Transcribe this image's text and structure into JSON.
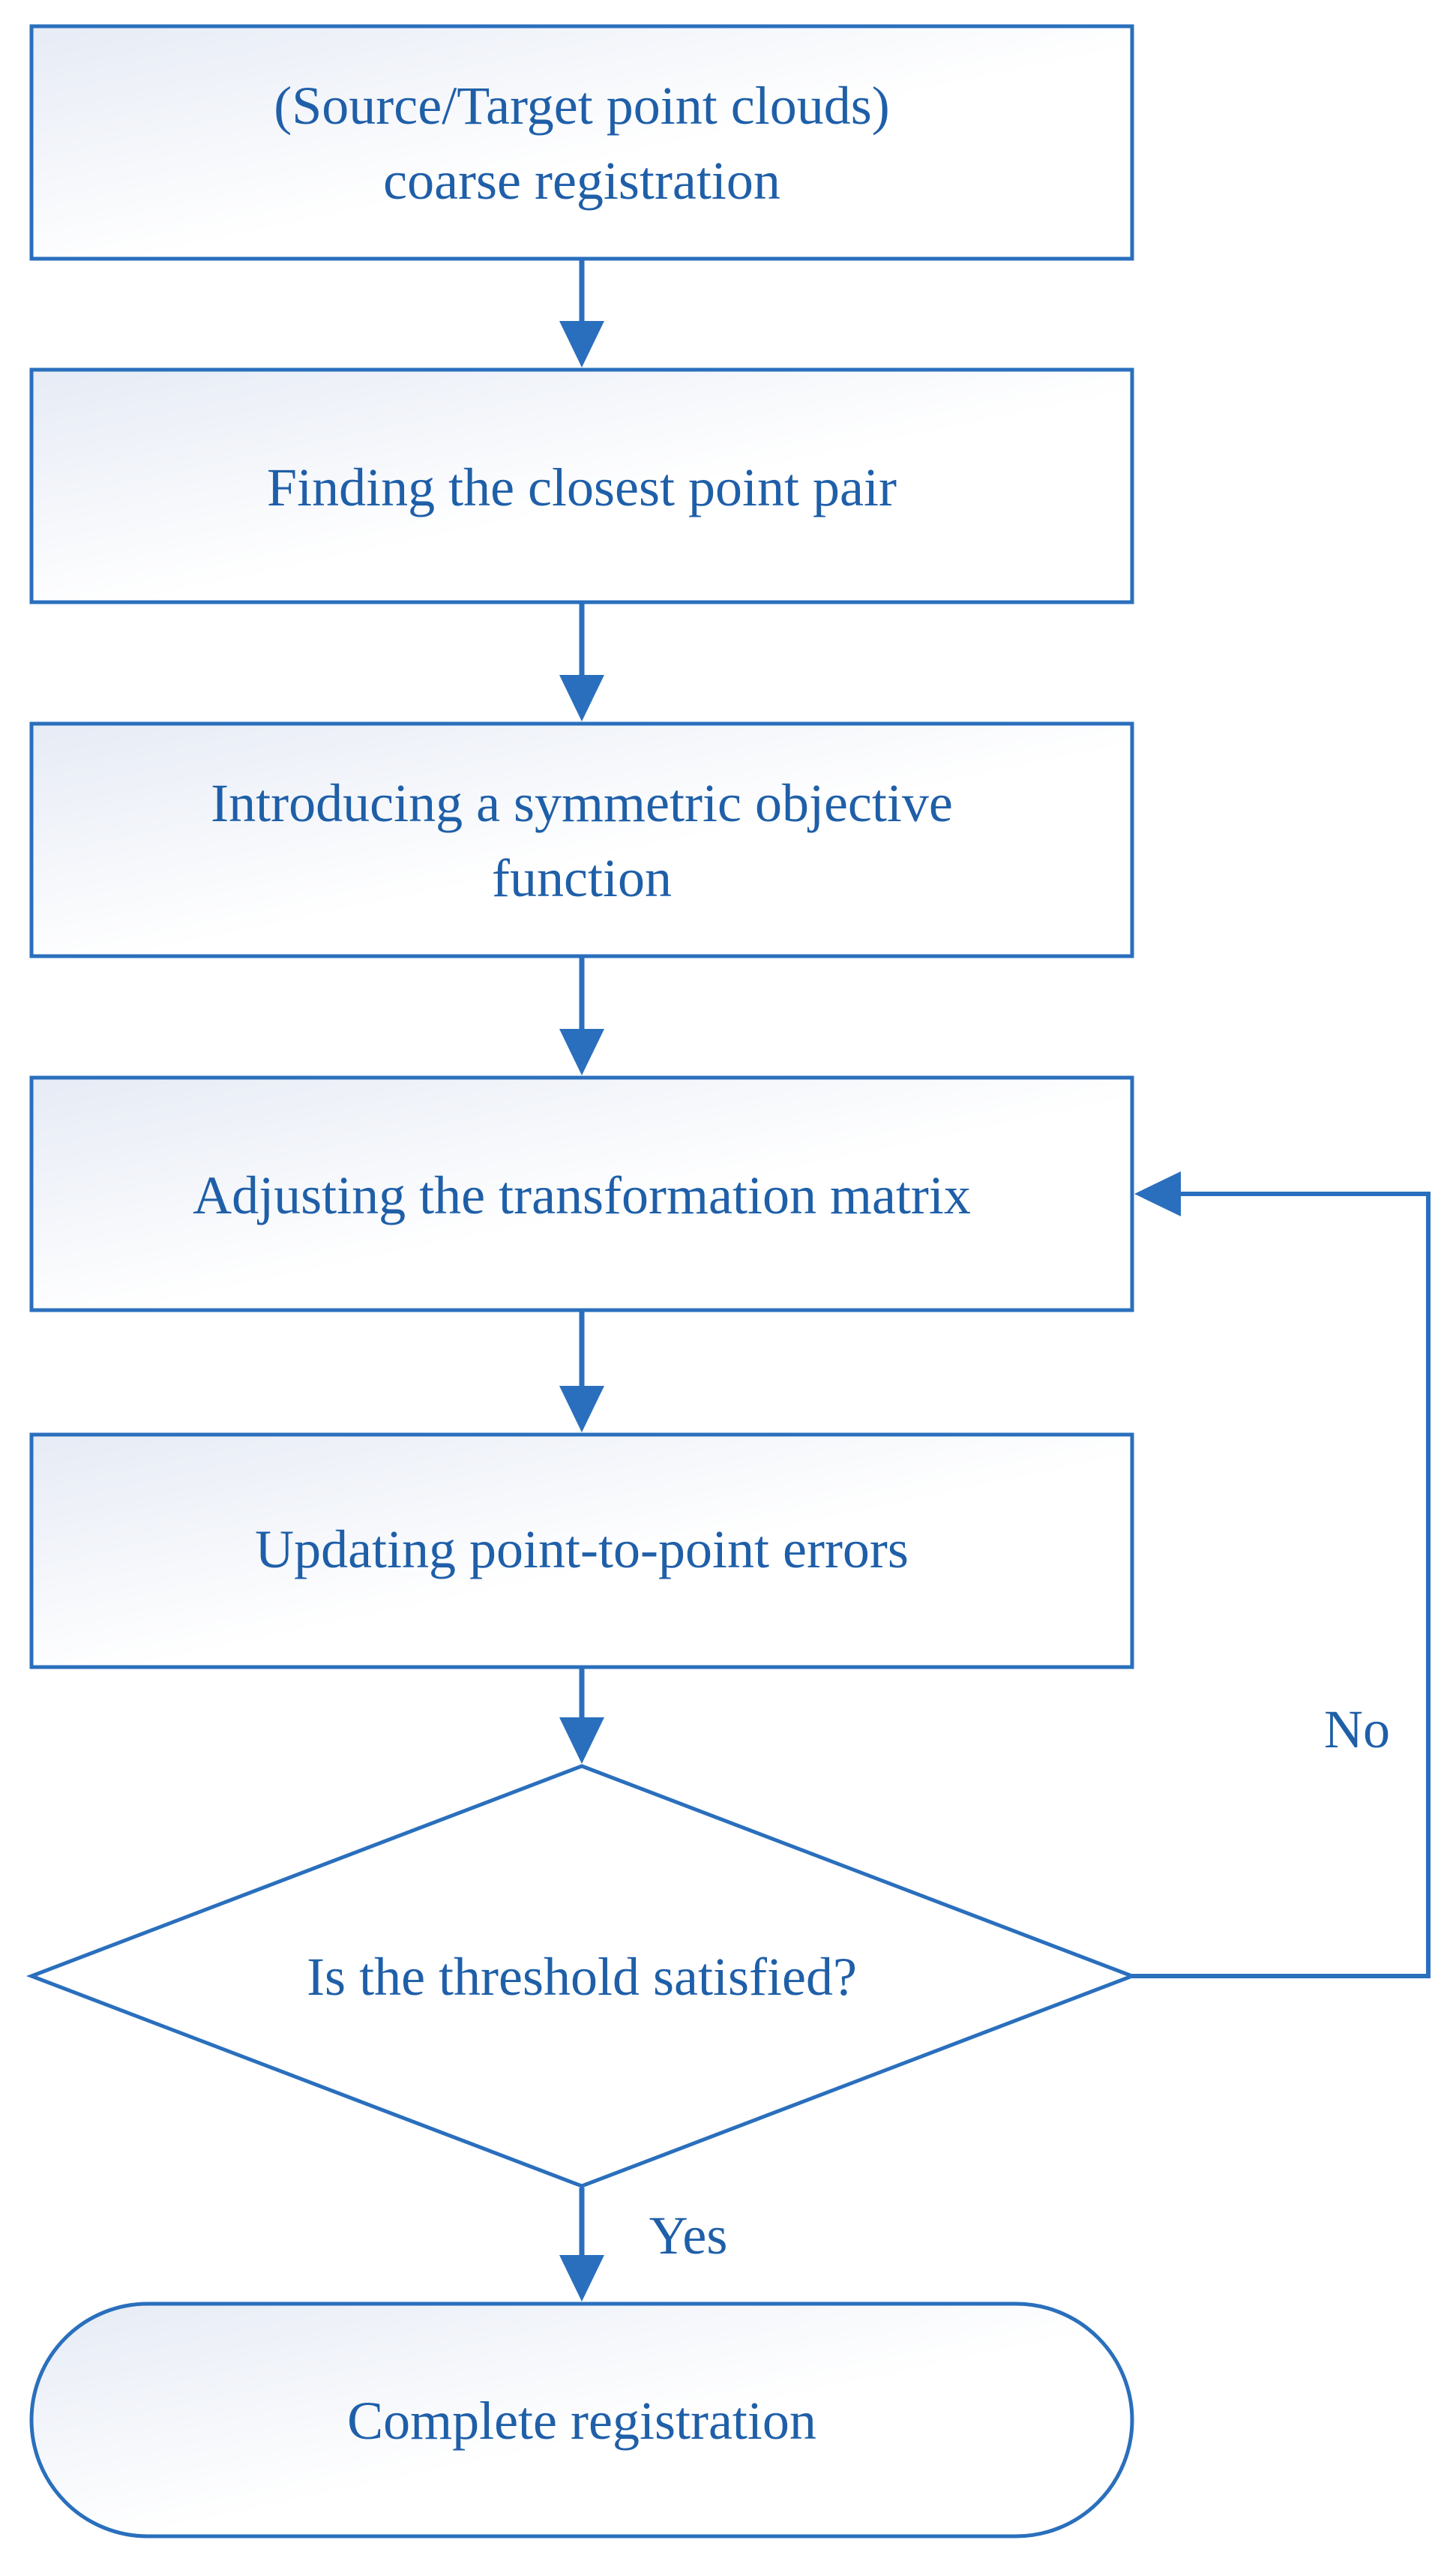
{
  "colors": {
    "stroke": "#2a6fbd",
    "text": "#1f5fa8",
    "fill_light": "#e6ebf5",
    "fill_white": "#ffffff"
  },
  "nodes": {
    "coarse_registration": {
      "shape": "rectangle",
      "line1": "(Source/Target point clouds)",
      "line2": "coarse registration"
    },
    "closest_pair": {
      "shape": "rectangle",
      "label": "Finding the closest point pair"
    },
    "objective_function": {
      "shape": "rectangle",
      "line1": "Introducing a symmetric objective",
      "line2": "function"
    },
    "adjust_matrix": {
      "shape": "rectangle",
      "label": "Adjusting the transformation matrix"
    },
    "update_errors": {
      "shape": "rectangle",
      "label": "Updating point-to-point errors"
    },
    "threshold_check": {
      "shape": "diamond",
      "label": "Is the threshold satisfied?"
    },
    "complete": {
      "shape": "rounded-terminal",
      "label": "Complete registration"
    }
  },
  "edges": {
    "no_label": "No",
    "yes_label": "Yes"
  }
}
